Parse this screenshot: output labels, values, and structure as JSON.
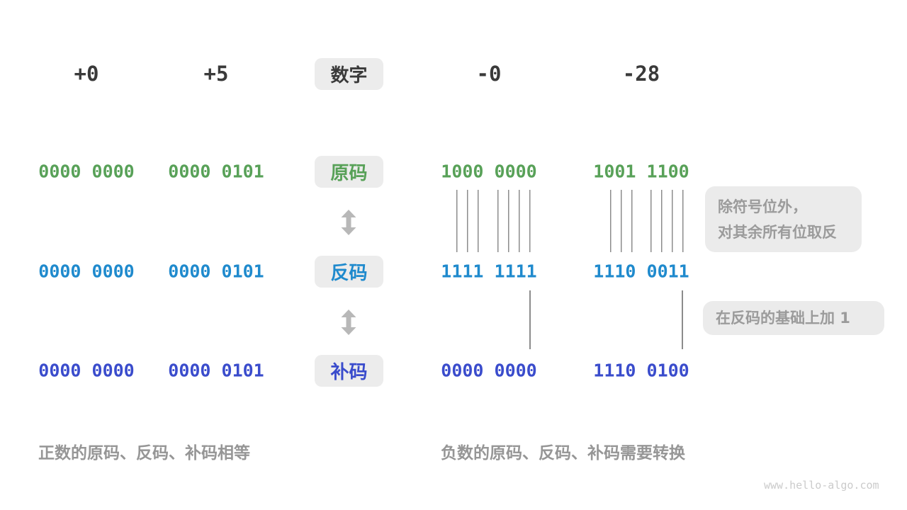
{
  "colors": {
    "sign_magnitude_green": "#58a158",
    "ones_complement_blue": "#1f8acd",
    "twos_complement_indigo": "#3a4ccc",
    "badge_background": "#ececec",
    "annotation_gray": "#9b9b9b",
    "dark_text": "#3a3a3a"
  },
  "header": {
    "badge": "数字",
    "values": [
      "+0",
      "+5",
      "-0",
      "-28"
    ]
  },
  "rows": [
    {
      "badge": "原码",
      "values": [
        "0000 0000",
        "0000 0101",
        "1000 0000",
        "1001 1100"
      ]
    },
    {
      "badge": "反码",
      "values": [
        "0000 0000",
        "0000 0101",
        "1111 1111",
        "1110 0011"
      ]
    },
    {
      "badge": "补码",
      "values": [
        "0000 0000",
        "0000 0101",
        "0000 0000",
        "1110 0100"
      ]
    }
  ],
  "annotations": {
    "invert_line1": "除符号位外，",
    "invert_line2": "对其余所有位取反",
    "add_one": "在反码的基础上加 1"
  },
  "captions": {
    "positive": "正数的原码、反码、补码相等",
    "negative": "负数的原码、反码、补码需要转换"
  },
  "watermark": "www.hello-algo.com"
}
